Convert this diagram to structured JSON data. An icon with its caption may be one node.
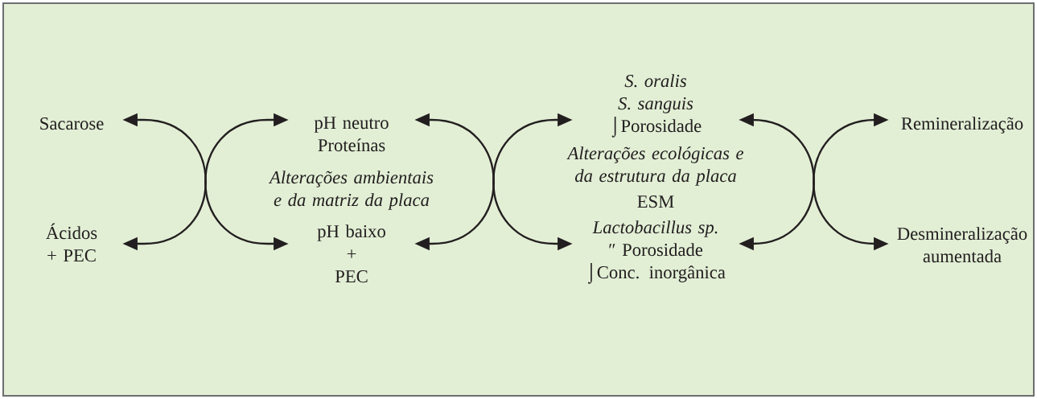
{
  "diagram": {
    "nodes": [
      {
        "text": [
          "Sacarose"
        ]
      },
      {
        "text": [
          "Ácidos",
          "+ PEC"
        ]
      },
      {
        "text": [
          "pH neutro",
          "Proteínas"
        ]
      },
      {
        "text": [
          "pH baixo",
          "+",
          "PEC"
        ]
      },
      {
        "text": [
          "S. oralis",
          "S. sanguis",
          "⌡Porosidade"
        ]
      },
      {
        "text": [
          "Lactobacillus sp.",
          "″ Porosidade",
          "⌡Conc. inorgânica"
        ]
      },
      {
        "text": [
          "Remineralização"
        ]
      },
      {
        "text": [
          "Desmineralização",
          "aumentada"
        ]
      }
    ],
    "edges": [
      {
        "from": 0,
        "to": 1,
        "arrow": "both"
      },
      {
        "from": 2,
        "to": 3,
        "arrow": "both"
      },
      {
        "from": 2,
        "to": 3,
        "arrow": "both"
      },
      {
        "from": 4,
        "to": 5,
        "arrow": "both"
      },
      {
        "from": 4,
        "to": 5,
        "arrow": "both"
      },
      {
        "from": 6,
        "to": 7,
        "arrow": "both"
      }
    ],
    "labels": [
      "Alterações ambientais e da matriz da placa",
      "Alterações ecológicas e da estrutura da placa",
      "ESM"
    ]
  }
}
